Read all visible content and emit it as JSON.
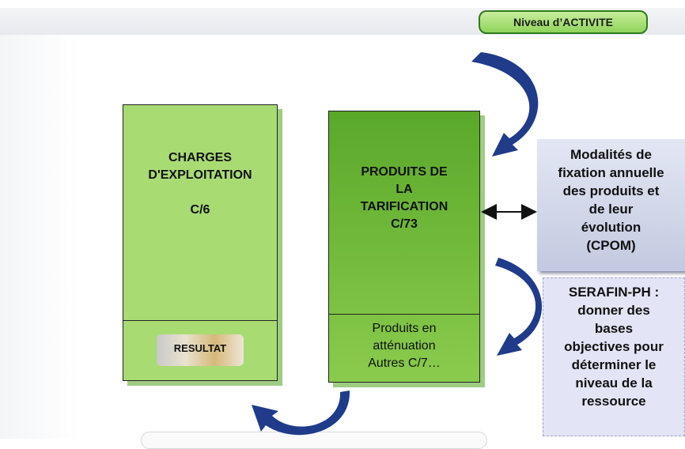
{
  "header": {
    "badge": "Niveau d’ACTIVITE"
  },
  "charges": {
    "title": "CHARGES\nD'EXPLOITATION\n\nC/6",
    "result_label": "RESULTAT"
  },
  "produits": {
    "title": "PRODUITS DE\nLA\nTARIFICATION\nC/73",
    "sub": "Produits en\natténuation\nAutres C/7…"
  },
  "side": {
    "modalites": "Modalités de\nfixation annuelle\ndes produits et\nde leur\névolution\n(CPOM)",
    "serafin": "SERAFIN-PH :\ndonner des\nbases\nobjectives pour\ndéterminer le\nniveau de la\nressource"
  },
  "colors": {
    "box_green": "#a9db73",
    "dark_green": "#5aa82a",
    "arrow_blue": "#1f3b8a",
    "panel_lavender": "#d4d8ec"
  },
  "icons": {
    "curved_arrows": "curved-arrow-icon",
    "double_arrow": "double-arrow-icon",
    "result_picture": "coins-picture"
  }
}
